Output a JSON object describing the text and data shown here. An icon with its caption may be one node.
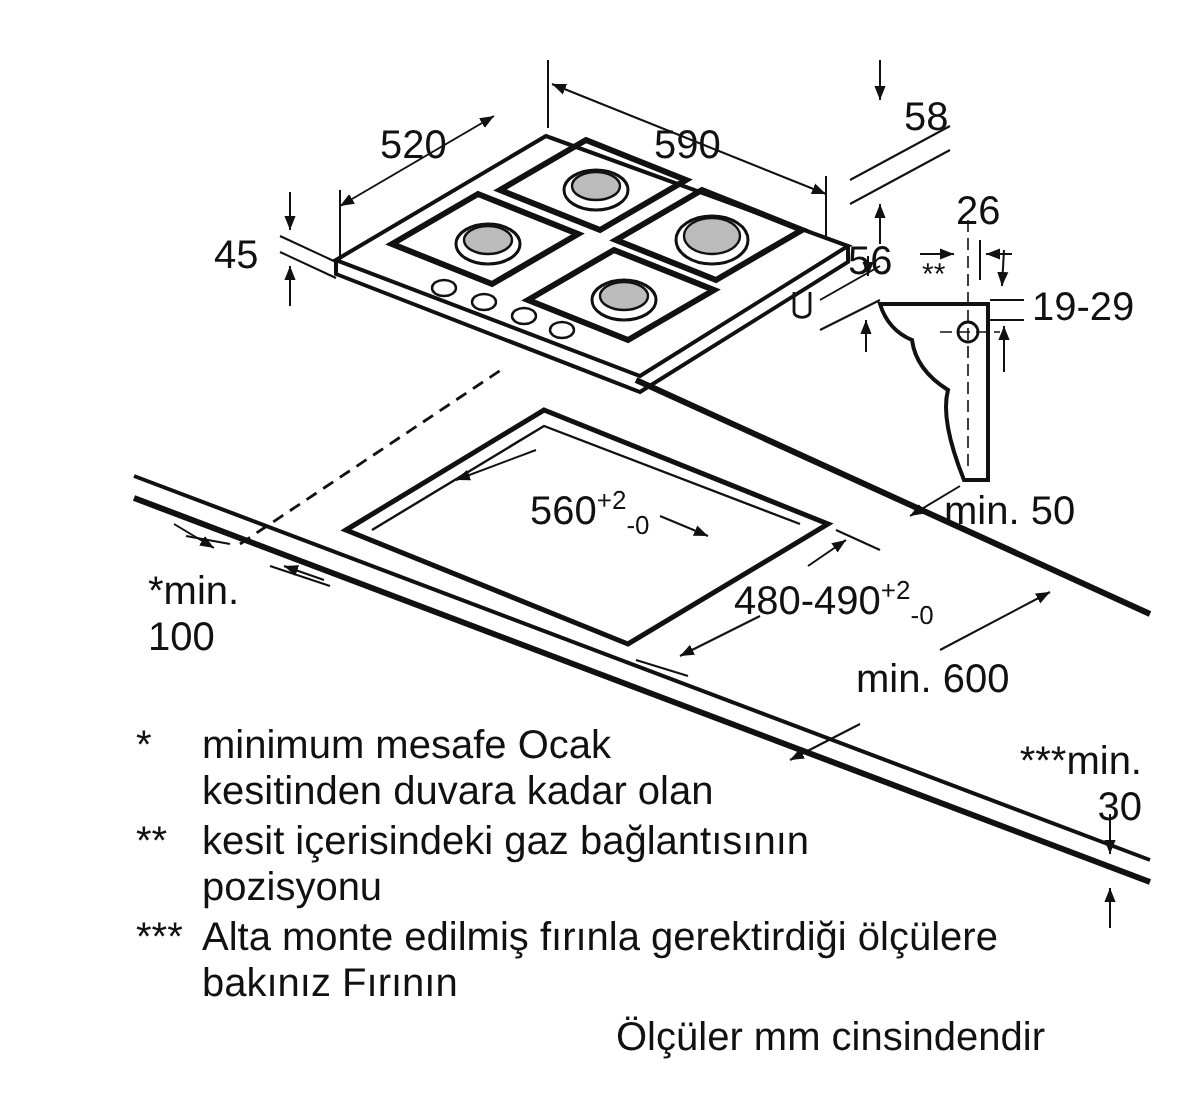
{
  "diagram": {
    "labels": [
      "520",
      "590",
      "58",
      "26",
      "45",
      "**",
      "56",
      "19-29",
      "560$^{+2}$$_{-0}$",
      "min. 50",
      "*min. 100",
      "480-490$^{+2}$$_{-0}$",
      "min. 600",
      "*",
      "minimum mesafe Ocak kesitinden duvara kadar olan",
      "***min. 30",
      "**",
      "kesit içerisindeki gaz bağlantısının pozisyonu",
      "***",
      "Alta monte edilmiş fırınla gerektirdiği ölçülere bakınız Fırının",
      "Ölçüler mm cinsindendir"
    ]
  }
}
